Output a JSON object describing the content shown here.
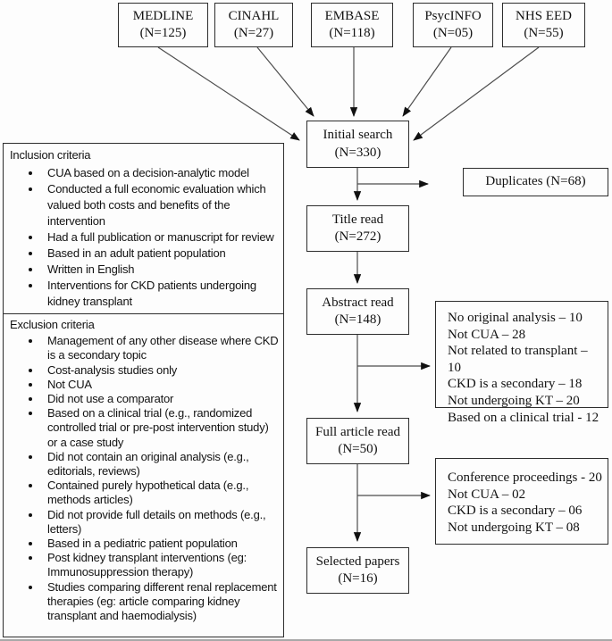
{
  "figure": {
    "background": "#fdfdfd",
    "border_color": "#2d2d2d",
    "arrow_line_color": "#4d4d4d",
    "arrowhead_color": "#111111",
    "text_color": "#121212"
  },
  "sources": [
    {
      "name": "MEDLINE",
      "n": "(N=125)"
    },
    {
      "name": "CINAHL",
      "n": "(N=27)"
    },
    {
      "name": "EMBASE",
      "n": "(N=118)"
    },
    {
      "name": "PsycINFO",
      "n": "(N=05)"
    },
    {
      "name": "NHS EED",
      "n": "(N=55)"
    }
  ],
  "flow": {
    "initial_search": {
      "name": "Initial search",
      "n": "(N=330)"
    },
    "title_read": {
      "name": "Title read",
      "n": "(N=272)"
    },
    "abstract_read": {
      "name": "Abstract read",
      "n": "(N=148)"
    },
    "full_article_read": {
      "name": "Full article read",
      "n": "(N=50)"
    },
    "selected_papers": {
      "name": "Selected papers",
      "n": "(N=16)"
    }
  },
  "duplicates": {
    "label": "Duplicates (N=68)"
  },
  "abstract_exclusions": {
    "lines": [
      "No original analysis – 10",
      "Not CUA – 28",
      "Not related to transplant – 10",
      "CKD is a secondary – 18",
      "Not undergoing KT – 20",
      "Based on a clinical trial - 12"
    ]
  },
  "full_read_exclusions": {
    "lines": [
      "Conference proceedings - 20",
      "Not CUA – 02",
      "CKD is a secondary – 06",
      "Not undergoing KT – 08"
    ]
  },
  "criteria": {
    "inclusion": {
      "heading": "Inclusion criteria",
      "items": [
        "CUA based on a decision-analytic model",
        "Conducted a full economic evaluation which valued both costs and benefits of the intervention",
        "Had a full publication or manuscript for review",
        "Based in an adult patient population",
        "Written in English",
        "Interventions for CKD patients undergoing kidney transplant"
      ]
    },
    "exclusion": {
      "heading": "Exclusion criteria",
      "items": [
        "Management of any other disease where CKD is a secondary topic",
        "Cost-analysis studies only",
        "Not CUA",
        "Did not use a comparator",
        "Based on a clinical trial (e.g., randomized controlled trial or pre-post intervention study) or a case study",
        "Did not contain an original analysis (e.g., editorials, reviews)",
        "Contained purely hypothetical data (e.g., methods articles)",
        "Did not provide full details on methods (e.g., letters)",
        "Based in a pediatric patient population",
        "Post kidney transplant interventions (eg: Immunosuppression therapy)",
        "Studies comparing different renal replacement therapies (eg: article comparing kidney transplant and haemodialysis)"
      ]
    }
  }
}
